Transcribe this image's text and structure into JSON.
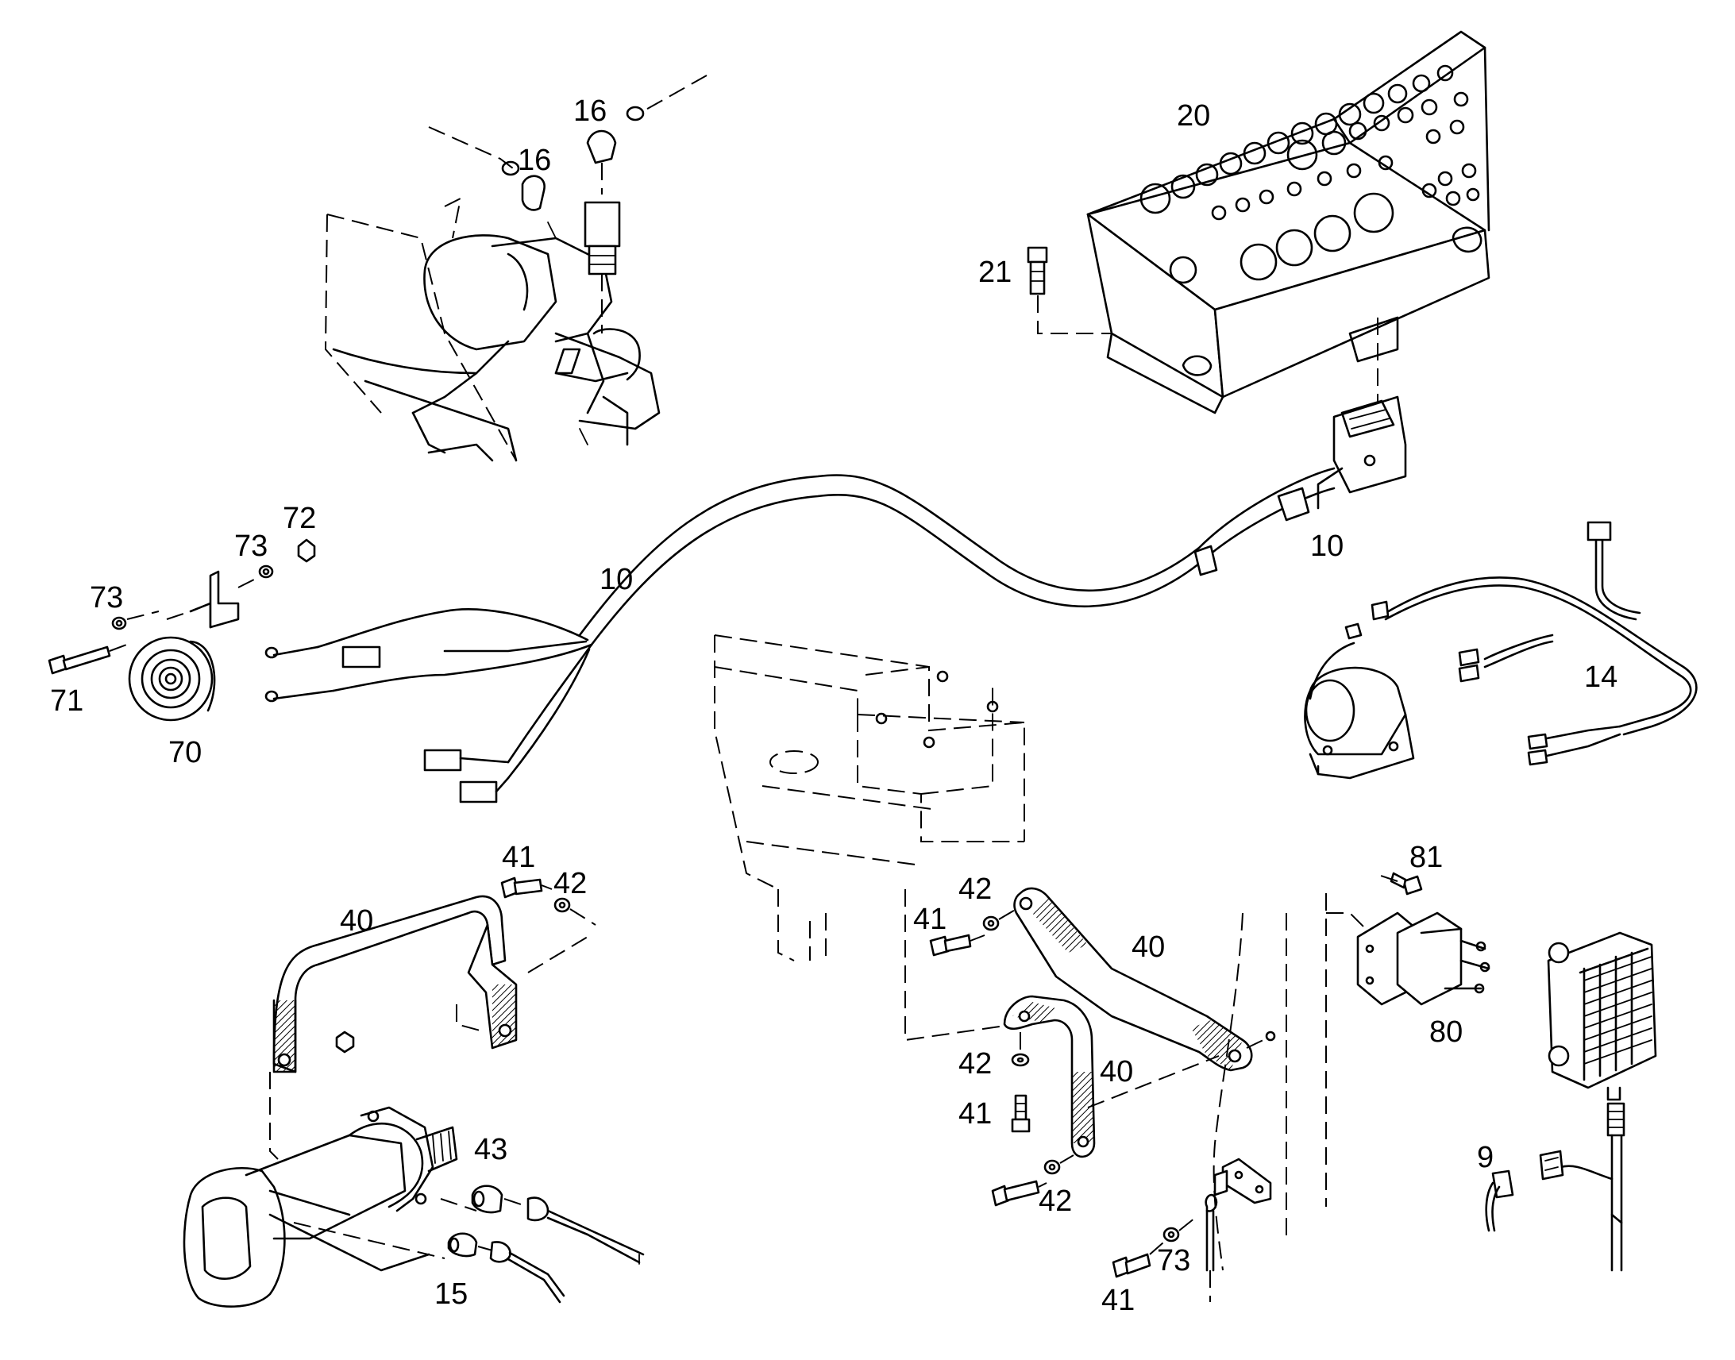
{
  "diagram": {
    "callouts": [
      {
        "id": "c-16a",
        "text": "16"
      },
      {
        "id": "c-16b",
        "text": "16"
      },
      {
        "id": "c-20",
        "text": "20"
      },
      {
        "id": "c-21",
        "text": "21"
      },
      {
        "id": "c-10a",
        "text": "10"
      },
      {
        "id": "c-10b",
        "text": "10"
      },
      {
        "id": "c-14",
        "text": "14"
      },
      {
        "id": "c-72",
        "text": "72"
      },
      {
        "id": "c-73a",
        "text": "73"
      },
      {
        "id": "c-73b",
        "text": "73"
      },
      {
        "id": "c-71",
        "text": "71"
      },
      {
        "id": "c-70",
        "text": "70"
      },
      {
        "id": "c-41a",
        "text": "41"
      },
      {
        "id": "c-42a",
        "text": "42"
      },
      {
        "id": "c-40a",
        "text": "40"
      },
      {
        "id": "c-42b",
        "text": "42"
      },
      {
        "id": "c-41b",
        "text": "41"
      },
      {
        "id": "c-40b",
        "text": "40"
      },
      {
        "id": "c-42c",
        "text": "42"
      },
      {
        "id": "c-40c",
        "text": "40"
      },
      {
        "id": "c-41c",
        "text": "41"
      },
      {
        "id": "c-42d",
        "text": "42"
      },
      {
        "id": "c-73c",
        "text": "73"
      },
      {
        "id": "c-41d",
        "text": "41"
      },
      {
        "id": "c-43",
        "text": "43"
      },
      {
        "id": "c-15",
        "text": "15"
      },
      {
        "id": "c-81",
        "text": "81"
      },
      {
        "id": "c-80",
        "text": "80"
      },
      {
        "id": "c-9",
        "text": "9"
      }
    ]
  }
}
